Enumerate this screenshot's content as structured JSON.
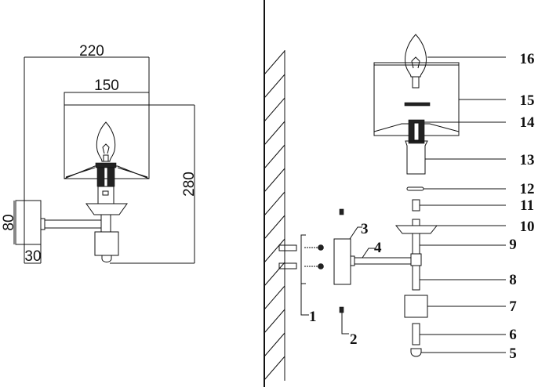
{
  "dimensions": {
    "overall_width": "220",
    "shade_width": "150",
    "overall_height": "280",
    "backplate_height": "80",
    "backplate_depth": "30"
  },
  "part_labels": [
    "1",
    "2",
    "3",
    "4",
    "5",
    "6",
    "7",
    "8",
    "9",
    "10",
    "11",
    "12",
    "13",
    "14",
    "15",
    "16"
  ]
}
